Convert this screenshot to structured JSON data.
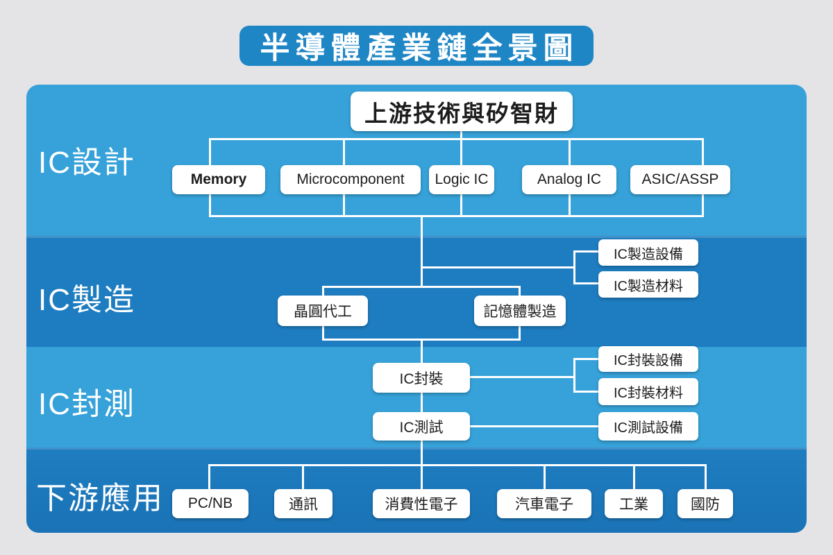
{
  "page": {
    "title": "半導體產業鏈全景圖"
  },
  "colors": {
    "page-bg": "#e4e4e6",
    "title-bg": "#1f86c5",
    "band-light": "#36a2d9",
    "band-dark": "#1e7dc0",
    "band-dark-2": "#1a73b6",
    "line": "#ffffff",
    "box-bg": "#ffffff",
    "box-text": "#1c1c1c",
    "label-text": "#ffffff"
  },
  "sections": {
    "design": {
      "label": "IC設計",
      "root": "上游技術與矽智財",
      "children": [
        "Memory",
        "Microcomponent",
        "Logic IC",
        "Analog IC",
        "ASIC/ASSP"
      ]
    },
    "manufacturing": {
      "label": "IC製造",
      "equipment": "IC製造設備",
      "materials": "IC製造材料",
      "foundry": "晶圓代工",
      "memory_mfg": "記憶體製造"
    },
    "packaging": {
      "label": "IC封測",
      "packaging": "IC封裝",
      "packaging_equipment": "IC封裝設備",
      "packaging_materials": "IC封裝材料",
      "testing": "IC測試",
      "testing_equipment": "IC測試設備"
    },
    "applications": {
      "label": "下游應用",
      "items": [
        "PC/NB",
        "通訊",
        "消費性電子",
        "汽車電子",
        "工業",
        "國防"
      ]
    }
  }
}
